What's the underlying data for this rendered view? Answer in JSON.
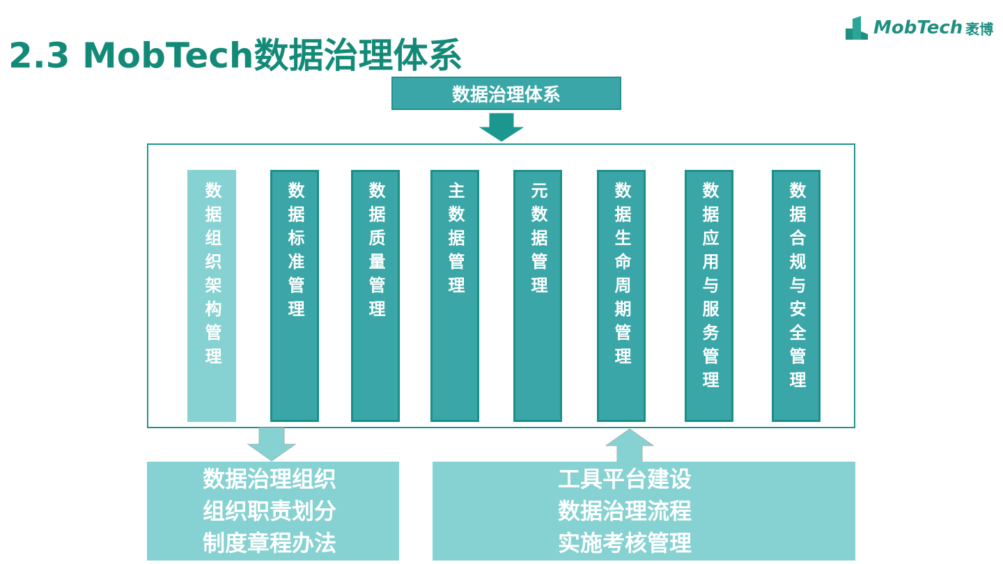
{
  "page": {
    "title": "2.3 MobTech数据治理体系"
  },
  "logo": {
    "brand": "MobTech",
    "cn": "袤博"
  },
  "diagram": {
    "root": "数据治理体系",
    "pillars": [
      {
        "label": "数据组织架构管理",
        "style": "light"
      },
      {
        "label": "数据标准管理",
        "style": "dark"
      },
      {
        "label": "数据质量管理",
        "style": "dark"
      },
      {
        "label": "主数据管理",
        "style": "dark"
      },
      {
        "label": "元数据管理",
        "style": "dark"
      },
      {
        "label": "数据生命周期管理",
        "style": "dark"
      },
      {
        "label": "数据应用与服务管理",
        "style": "dark"
      },
      {
        "label": "数据合规与安全管理",
        "style": "dark"
      }
    ],
    "bottom_left": [
      "数据治理组织",
      "组织职责划分",
      "制度章程办法"
    ],
    "bottom_right": [
      "工具平台建设",
      "数据治理流程",
      "实施考核管理"
    ]
  },
  "colors": {
    "title": "#138a78",
    "dark_teal": "#3aa6a7",
    "light_teal": "#86d1d1",
    "frame": "#1b948e"
  }
}
